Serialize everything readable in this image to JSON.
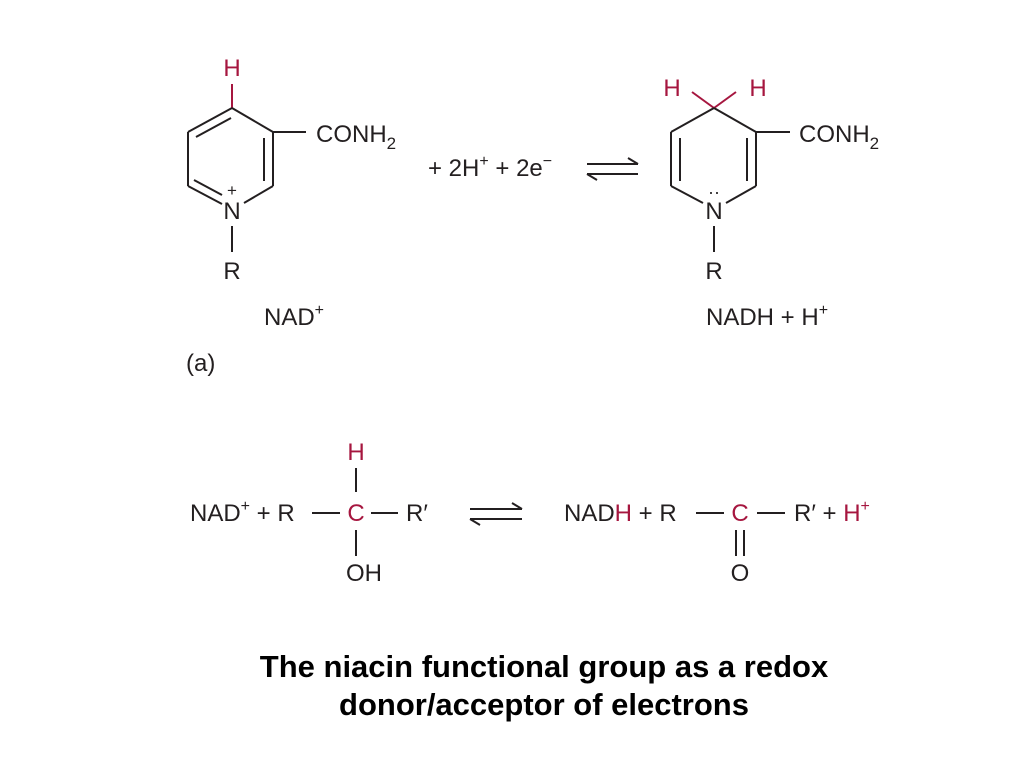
{
  "colors": {
    "ink": "#231f20",
    "accent": "#a6163f"
  },
  "panel_a": {
    "reactant": {
      "top_h": "H",
      "substituent": "CONH",
      "substituent_sub": "2",
      "plus_charge": "+",
      "ring_n": "N",
      "r_group": "R",
      "name": "NAD",
      "name_sup": "+"
    },
    "reagents": {
      "p1": "+ 2H",
      "p1_sup": "+",
      "p2": " + 2e",
      "p2_sup": "−"
    },
    "product": {
      "h_left": "H",
      "h_right": "H",
      "substituent": "CONH",
      "substituent_sub": "2",
      "lone_pair": "··",
      "ring_n": "N",
      "r_group": "R",
      "name": "NADH + H",
      "name_sup": "+"
    },
    "label": "(a)"
  },
  "panel_b": {
    "left": {
      "nad": "NAD",
      "nad_sup": "+",
      "plus_r": " + R",
      "h": "H",
      "c": "C",
      "r_prime": "R′",
      "oh": "OH"
    },
    "right": {
      "nad": "NAD",
      "nad_h": "H",
      "plus_r": " + R",
      "c": "C",
      "r_prime_plus": "R′ + ",
      "h": "H",
      "h_sup": "+",
      "o": "O"
    }
  },
  "caption": {
    "line1": "The niacin functional group as a redox",
    "line2": "donor/acceptor of electrons"
  }
}
